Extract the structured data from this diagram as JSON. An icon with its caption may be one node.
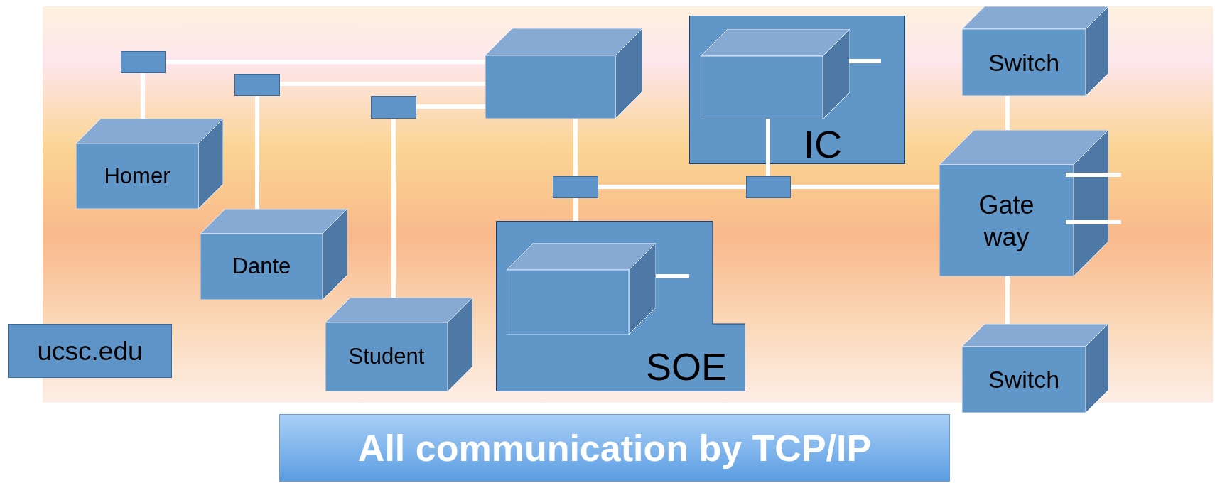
{
  "diagram": {
    "nodes": [
      {
        "text": [],
        "shape": "box"
      },
      {
        "text": [],
        "shape": "box"
      },
      {
        "text": [],
        "shape": "box"
      },
      {
        "text": [],
        "shape": "cube"
      },
      {
        "text": [
          "IC"
        ]
      },
      {
        "text": [],
        "shape": "cube",
        "in": 4
      },
      {
        "text": [
          "Switch"
        ]
      },
      {
        "text": [
          "Homer"
        ]
      },
      {
        "text": [],
        "shape": "box"
      },
      {
        "text": [],
        "shape": "box"
      },
      {
        "text": [
          "Gate way"
        ]
      },
      {
        "text": [
          "Dante"
        ]
      },
      {
        "text": [
          "SOE"
        ]
      },
      {
        "text": [],
        "shape": "cube",
        "in": 12
      },
      {
        "text": [
          "ucsc.edu"
        ]
      },
      {
        "text": [
          "Student"
        ]
      },
      {
        "text": [
          "Switch"
        ]
      },
      {
        "text": [
          "All communication by TCP/IP"
        ]
      }
    ],
    "edges": [
      {
        "from": 0,
        "to": 7,
        "arrow": "none"
      },
      {
        "from": 0,
        "to": 3,
        "arrow": "none"
      },
      {
        "from": 1,
        "to": 11,
        "arrow": "none"
      },
      {
        "from": 1,
        "to": 3,
        "arrow": "none"
      },
      {
        "from": 2,
        "to": 15,
        "arrow": "none"
      },
      {
        "from": 2,
        "to": 3,
        "arrow": "none"
      },
      {
        "from": 3,
        "to": 8,
        "arrow": "none"
      },
      {
        "from": 8,
        "to": 12,
        "arrow": "none"
      },
      {
        "from": 8,
        "to": 9,
        "arrow": "none"
      },
      {
        "from": 5,
        "to": 9,
        "arrow": "none"
      },
      {
        "from": 9,
        "to": 10,
        "arrow": "none"
      },
      {
        "from": 6,
        "to": 10,
        "arrow": "none"
      },
      {
        "from": 10,
        "to": 16,
        "arrow": "none"
      },
      {
        "from": 5,
        "to": null,
        "arrow": "none"
      },
      {
        "from": 13,
        "to": null,
        "arrow": "none"
      },
      {
        "from": 10,
        "to": null,
        "arrow": "none"
      },
      {
        "from": 10,
        "to": null,
        "arrow": "none"
      }
    ]
  }
}
